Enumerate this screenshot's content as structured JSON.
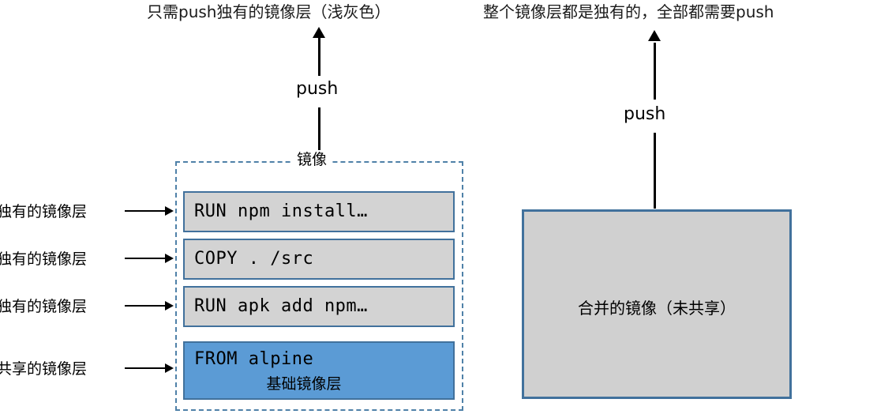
{
  "titles": {
    "left": "只需push独有的镜像层（浅灰色）",
    "right": "整个镜像层都是独有的，全部都需要push"
  },
  "arrows": {
    "push_left_label": "push",
    "push_right_label": "push"
  },
  "left_diagram": {
    "container_label": "镜像",
    "layers": [
      {
        "command": "RUN npm install…",
        "kind": "unique",
        "side_label": "独有的镜像层"
      },
      {
        "command": "COPY . /src",
        "kind": "unique",
        "side_label": "独有的镜像层"
      },
      {
        "command": "RUN apk add npm…",
        "kind": "unique",
        "side_label": "独有的镜像层"
      },
      {
        "command": "FROM alpine",
        "kind": "base",
        "side_label": "共享的镜像层",
        "sub_label": "基础镜像层"
      }
    ]
  },
  "right_diagram": {
    "merged_label": "合并的镜像（未共享）"
  },
  "colors": {
    "unique_layer_fill": "#d3d3d3",
    "base_layer_fill": "#5b9bd5",
    "layer_border": "#41719c",
    "container_dashed_border": "#4f81a8",
    "merged_fill": "#d0d0d0",
    "arrow": "#000000",
    "text": "#000000"
  }
}
